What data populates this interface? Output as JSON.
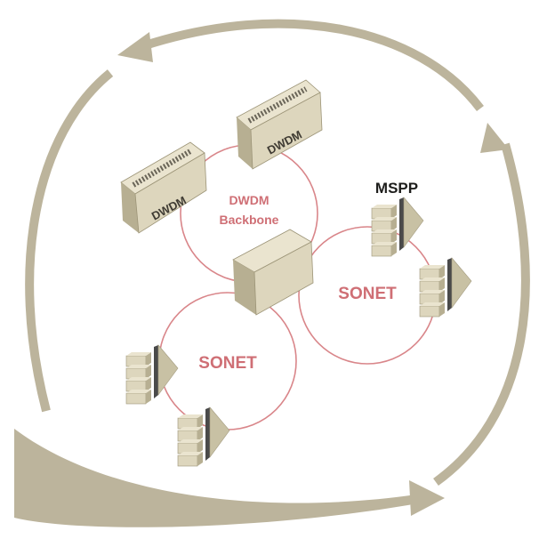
{
  "labels": {
    "backbone_line1": "DWDM",
    "backbone_line2": "Backbone",
    "dwdm_device_1": "DWDM",
    "dwdm_device_2": "DWDM",
    "mspp": "MSPP",
    "sonet_right": "SONET",
    "sonet_left": "SONET"
  },
  "colors": {
    "cycle_arrow": "#bcb49c",
    "ring": "#d9868a",
    "ring_label": "#cf6f75",
    "device_face": "#ddd6bd",
    "device_side": "#b7af92",
    "device_top": "#eae4cf",
    "mux_bar": "#4a4a4a",
    "mux_triangle": "#c8c1a4"
  },
  "icons": [
    "cycle-arrow-icon",
    "dwdm-device-icon",
    "hub-device-icon",
    "mspp-device-icon"
  ]
}
